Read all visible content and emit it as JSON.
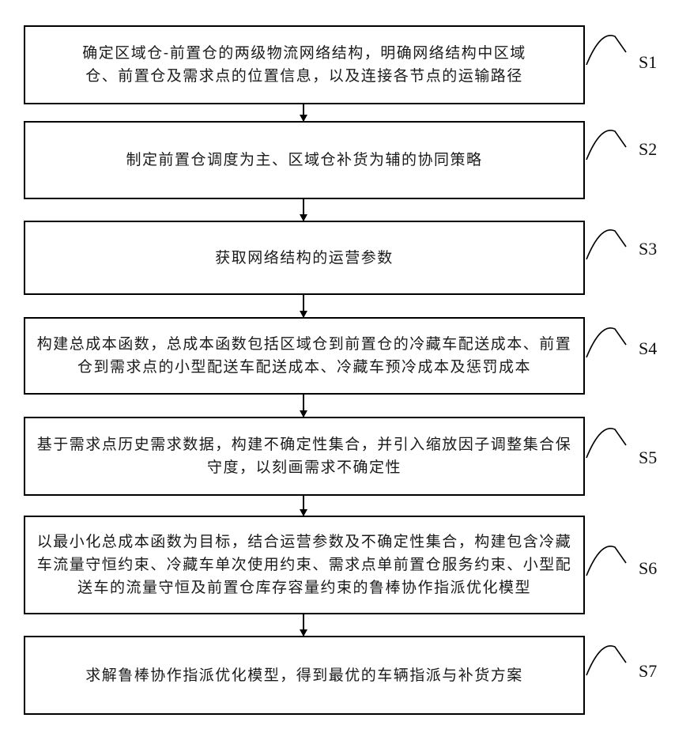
{
  "diagram": {
    "type": "flowchart",
    "steps": [
      {
        "label": "S1",
        "text": "确定区域仓-前置仓的两级物流网络结构，明确网络结构中区域仓、前置仓及需求点的位置信息，以及连接各节点的运输路径"
      },
      {
        "label": "S2",
        "text": "制定前置仓调度为主、区域仓补货为辅的协同策略"
      },
      {
        "label": "S3",
        "text": "获取网络结构的运营参数"
      },
      {
        "label": "S4",
        "text": "构建总成本函数，总成本函数包括区域仓到前置仓的冷藏车配送成本、前置仓到需求点的小型配送车配送成本、冷藏车预冷成本及惩罚成本"
      },
      {
        "label": "S5",
        "text": "基于需求点历史需求数据，构建不确定性集合，并引入缩放因子调整集合保守度，以刻画需求不确定性"
      },
      {
        "label": "S6",
        "text": "以最小化总成本函数为目标，结合运营参数及不确定性集合，构建包含冷藏车流量守恒约束、冷藏车单次使用约束、需求点单前置仓服务约束、小型配送车的流量守恒及前置仓库存容量约束的鲁棒协作指派优化模型"
      },
      {
        "label": "S7",
        "text": "求解鲁棒协作指派优化模型，得到最优的车辆指派与补货方案"
      }
    ],
    "colors": {
      "line": "#000000",
      "background": "#ffffff",
      "text": "#1a1a1a"
    }
  }
}
